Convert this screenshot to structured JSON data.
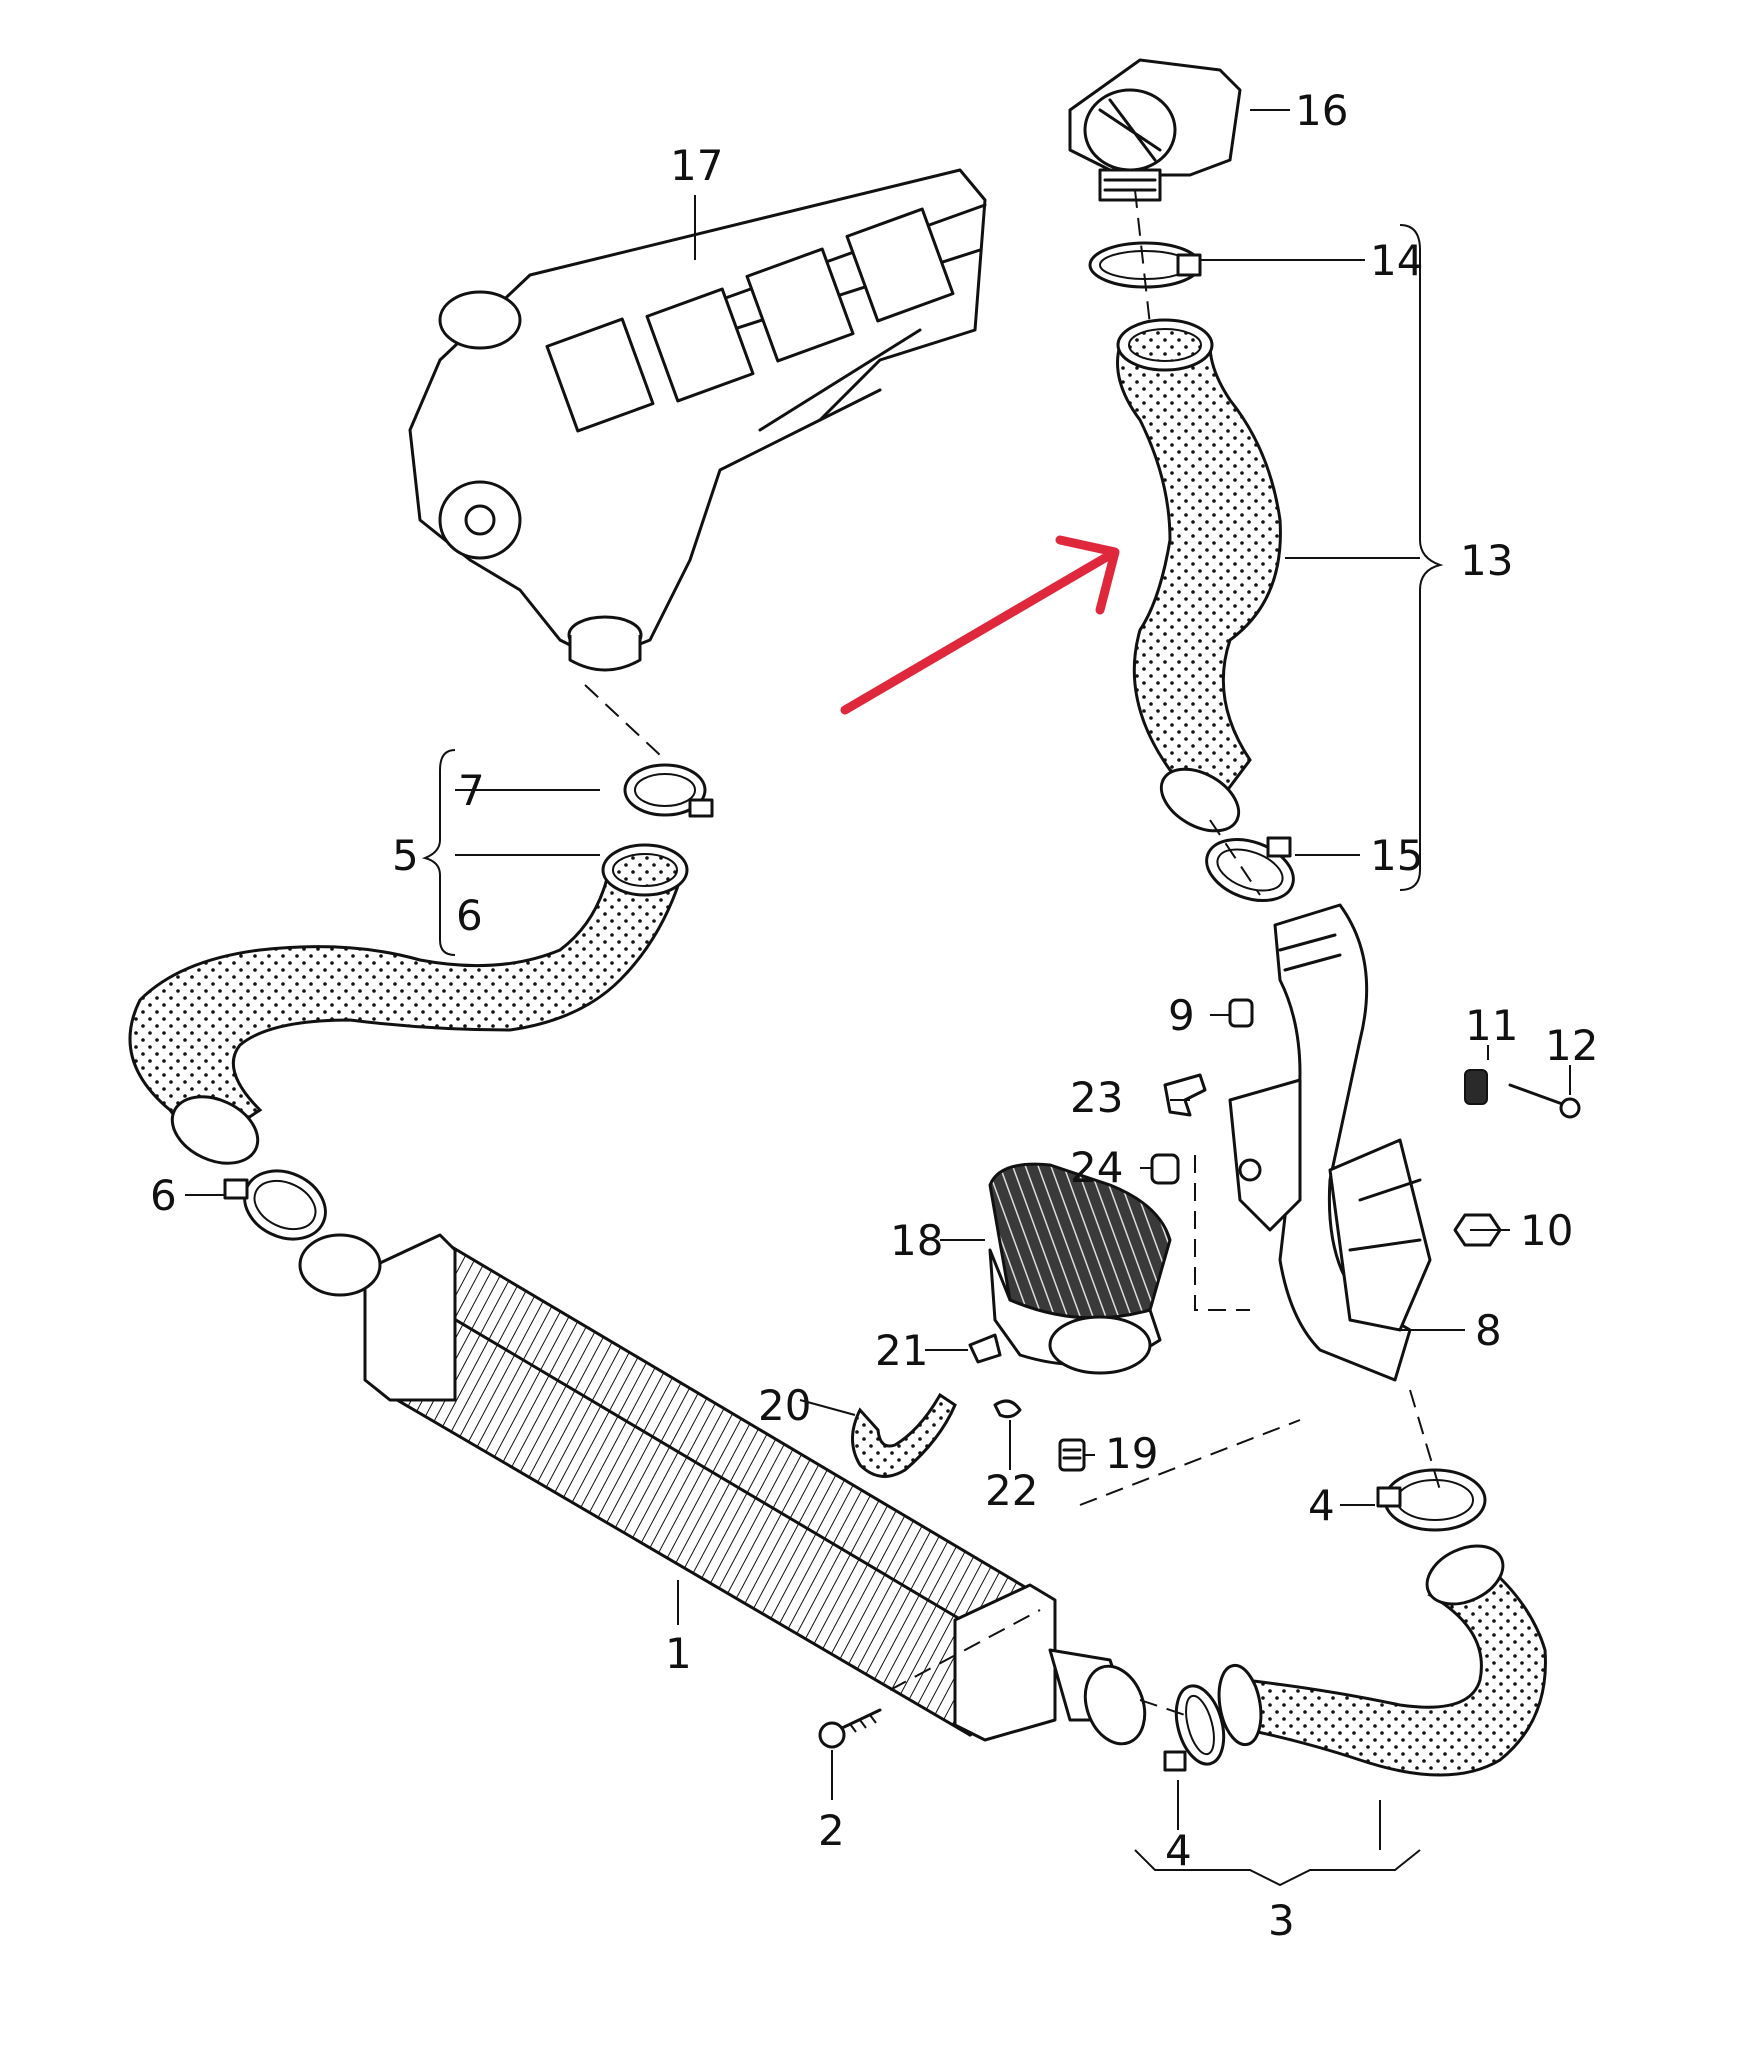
{
  "diagram": {
    "labels": {
      "p1": "1",
      "p2": "2",
      "p3": "3",
      "p4a": "4",
      "p4b": "4",
      "p5": "5",
      "p6a": "6",
      "p6b": "6",
      "p7": "7",
      "p8": "8",
      "p9": "9",
      "p10": "10",
      "p11": "11",
      "p12": "12",
      "p13": "13",
      "p14": "14",
      "p15": "15",
      "p16": "16",
      "p17": "17",
      "p18": "18",
      "p19": "19",
      "p20": "20",
      "p21": "21",
      "p22": "22",
      "p23": "23",
      "p24": "24"
    },
    "highlight_color": "#e0283c",
    "line_color": "#111111",
    "background": "#ffffff"
  }
}
